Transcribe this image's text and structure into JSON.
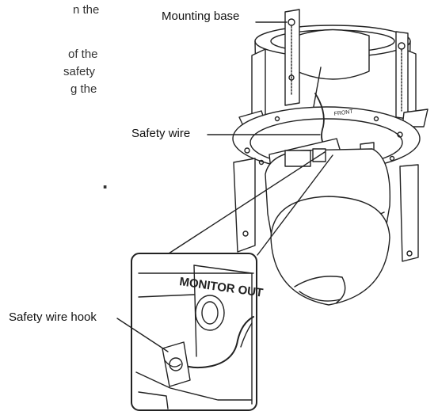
{
  "body_text": {
    "line1": "n the",
    "line2": "of the",
    "line3": "safety",
    "line4": "g the",
    "bullet": "."
  },
  "labels": {
    "mounting_base": "Mounting base",
    "safety_wire": "Safety wire",
    "safety_wire_hook": "Safety wire hook",
    "front_marking": "FRONT",
    "monitor_out": "MONITOR OUT"
  },
  "colors": {
    "line": "#222222",
    "background": "#ffffff"
  }
}
